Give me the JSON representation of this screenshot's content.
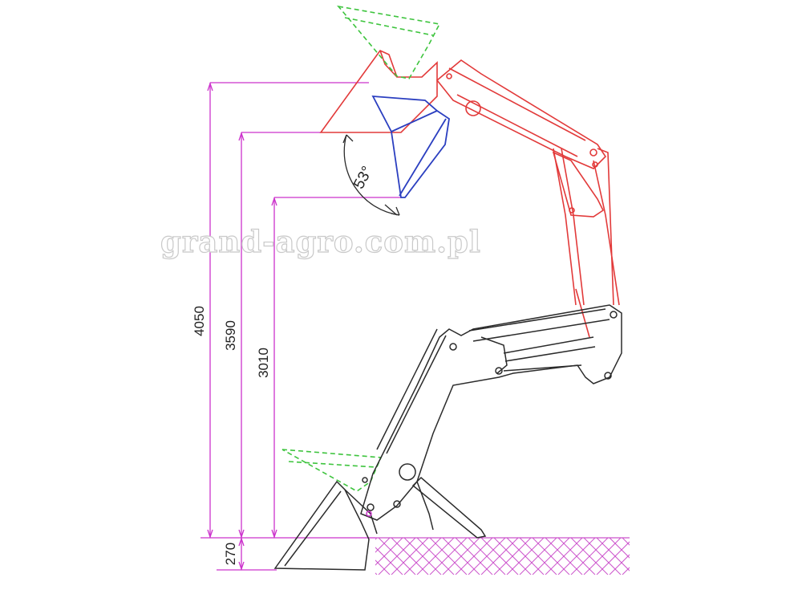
{
  "diagram": {
    "watermark": "grand-agro.com.pl",
    "dimensions": {
      "height_max": "4050",
      "height_bucket_edge": "3590",
      "height_dump": "3010",
      "dig_depth": "270"
    },
    "dump_angle": "53°",
    "colors": {
      "dimension_lines": "#cc33cc",
      "raised_boom": "#e23a3a",
      "dumped_bucket": "#2b3fc0",
      "tilted_bucket_outline": "#3ec43e",
      "lowered_boom": "#2b2b2b",
      "ground_hatch": "#cc55cc"
    }
  }
}
